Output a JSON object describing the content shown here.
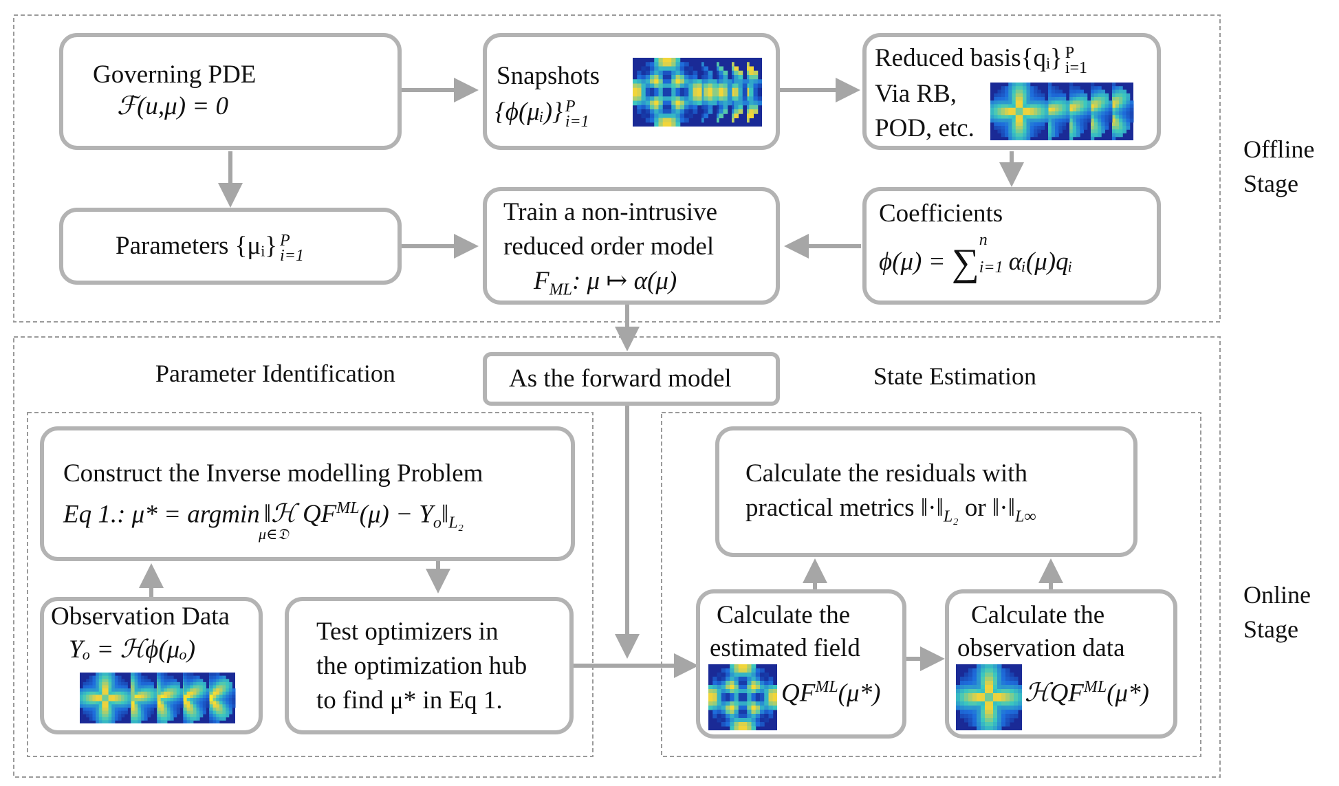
{
  "offline": {
    "stage_label_1": "Offline",
    "stage_label_2": "Stage",
    "pde": {
      "line1": "Governing PDE",
      "line2": "ℱ(u,μ) = 0"
    },
    "snapshots": {
      "line1": "Snapshots",
      "line2": "{ϕ(μᵢ)}",
      "sup": "P",
      "sub": "i=1"
    },
    "basis": {
      "line1": "Reduced basis{qᵢ}",
      "sup": "P",
      "sub": "i=1",
      "line2": "Via RB,",
      "line3": "POD, etc."
    },
    "params": {
      "line1": "Parameters {μᵢ}",
      "sup": "P",
      "sub": "i=1"
    },
    "train": {
      "line1": "Train a non-intrusive",
      "line2": "reduced order model",
      "line3": "F",
      "line3_sub": "ML",
      "line3_rest": ": μ ↦ α(μ)"
    },
    "coeff": {
      "line1": "Coefficients",
      "lhs": "ϕ(μ) = ",
      "sum": "∑",
      "sup": "n",
      "sub": "i=1",
      "rhs": "αᵢ(μ)qᵢ"
    }
  },
  "online": {
    "stage_label_1": "Online",
    "stage_label_2": "Stage",
    "forward": "As the forward model",
    "param_id": "Parameter Identification",
    "state_est": "State Estimation",
    "inverse": {
      "line1": "Construct the Inverse modelling Problem",
      "line2a": "Eq 1.: μ* = argmin",
      "line2_under": "μ∈𝔇",
      "line2b": "‖ℋ QF",
      "line2_sup": "ML",
      "line2c": "(μ) − Y",
      "line2_sub1": "o",
      "line2d": "‖",
      "line2_sub2": "L₂"
    },
    "obs": {
      "line1": "Observation Data",
      "line2": "Yₒ = ℋϕ(μₒ)"
    },
    "test": {
      "line1": "Test optimizers in",
      "line2": "the optimization hub",
      "line3": "to find μ* in Eq 1."
    },
    "residuals": {
      "line1": "Calculate the residuals with",
      "line2": "practical metrics ‖·‖",
      "sub1": "L₂",
      "or": " or  ‖·‖",
      "sub2": "L∞"
    },
    "est_field": {
      "line1": "Calculate the",
      "line2": "estimated field",
      "line3": "QF",
      "sup": "ML",
      "line3_rest": "(μ*)"
    },
    "obs_data": {
      "line1": "Calculate the",
      "line2": "observation data",
      "line3": "ℋQF",
      "sup": "ML",
      "line3_rest": "(μ*)"
    }
  },
  "colors": {
    "box_border": "#b3b3b3",
    "arrow": "#a6a6a6",
    "dashed": "#9a9a9a"
  }
}
